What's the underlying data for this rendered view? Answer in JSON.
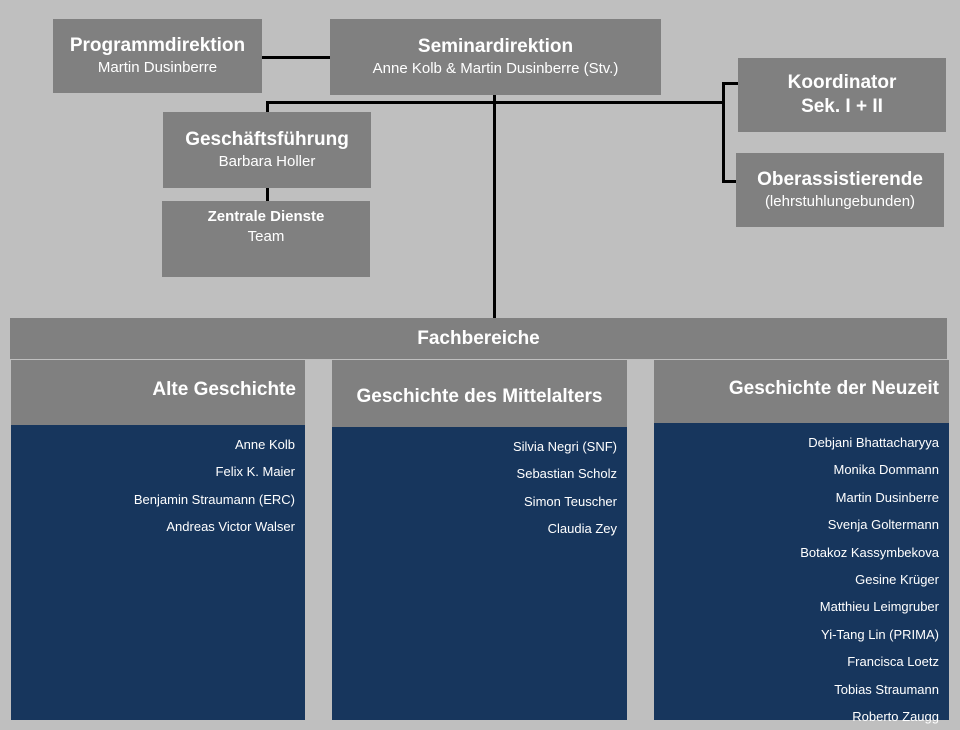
{
  "top": {
    "program": {
      "title": "Programmdirektion",
      "name": "Martin Dusinberre"
    },
    "seminar": {
      "title": "Seminardirektion",
      "name": "Anne Kolb & Martin Dusinberre (Stv.)"
    },
    "koordinator": {
      "line1": "Koordinator",
      "line2": "Sek. I + II"
    },
    "ober": {
      "title": "Oberassistierende",
      "sub": "(lehrstuhlungebunden)"
    },
    "gf": {
      "title": "Geschäftsführung",
      "name": "Barbara Holler"
    },
    "zd": {
      "title": "Zentrale Dienste",
      "sub": "Team"
    }
  },
  "fachbereiche": {
    "label": "Fachbereiche",
    "columns": [
      {
        "heading": "Alte Geschichte",
        "members": [
          "Anne Kolb",
          "Felix K. Maier",
          "Benjamin Straumann (ERC)",
          "Andreas Victor Walser"
        ]
      },
      {
        "heading": "Geschichte des Mittelalters",
        "members": [
          "Silvia Negri (SNF)",
          "Sebastian Scholz",
          "Simon Teuscher",
          "Claudia Zey"
        ]
      },
      {
        "heading": "Geschichte der Neuzeit",
        "members": [
          "Debjani Bhattacharyya",
          "Monika Dommann",
          "Martin Dusinberre",
          "Svenja Goltermann",
          "Botakoz Kassymbekova",
          "Gesine Krüger",
          "Matthieu Leimgruber",
          "Yi-Tang Lin (PRIMA)",
          "Francisca Loetz",
          "Tobias Straumann",
          "Roberto Zaugg"
        ]
      }
    ]
  }
}
